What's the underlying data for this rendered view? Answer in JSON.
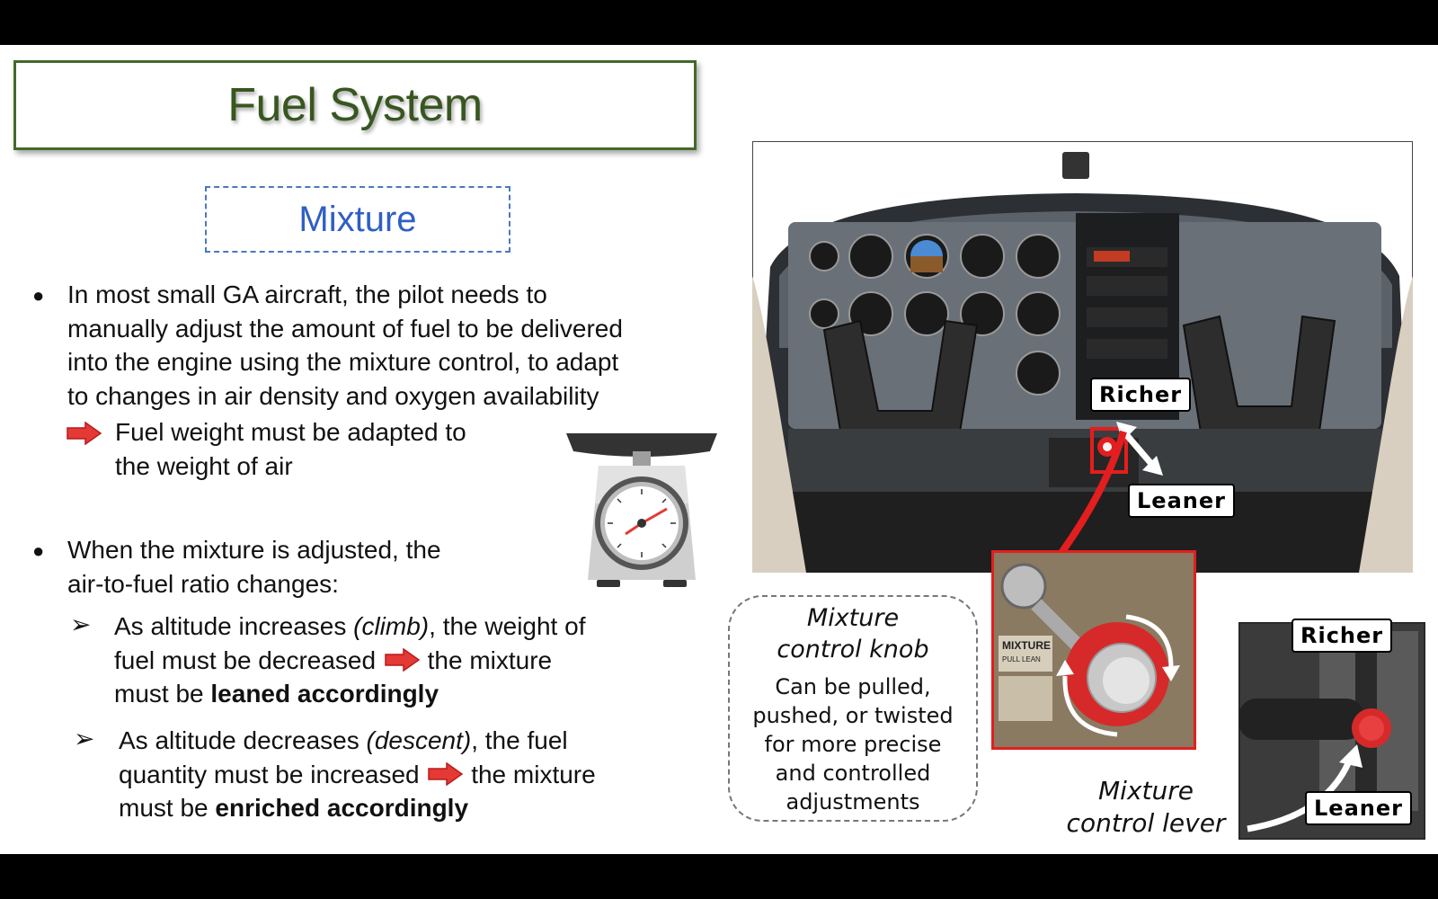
{
  "slide": {
    "title": "Fuel System",
    "subtitle": "Mixture",
    "bullet1": {
      "line1": "In most small GA aircraft, the pilot needs to",
      "line2": "manually adjust the amount of fuel to be delivered",
      "line3": "into the engine using the mixture control, to adapt",
      "line4": "to changes in air density and oxygen availability",
      "sub_line1": "Fuel weight must be adapted to",
      "sub_line2": "the weight of air"
    },
    "bullet2": {
      "line1": "When the mixture is adjusted, the",
      "line2": "air-to-fuel ratio changes:",
      "item1": {
        "a": "As altitude increases ",
        "b": "(climb)",
        "c": ", the weight of",
        "d": "fuel  must be decreased",
        "e": " the mixture",
        "f": "must be ",
        "g": "leaned accordingly"
      },
      "item2": {
        "a": "As altitude decreases ",
        "b": "(descent)",
        "c": ", the fuel",
        "d": "quantity must be increased",
        "e": " the mixture",
        "f": "must be ",
        "g": "enriched accordingly"
      }
    },
    "labels": {
      "richer": "Richer",
      "leaner": "Leaner",
      "knob_label": "MIXTURE",
      "knob_sub": "PULL    LEAN"
    },
    "callout": {
      "name1": "Mixture",
      "name2": "control knob",
      "desc1": "Can be pulled,",
      "desc2": "pushed, or twisted",
      "desc3": "for more precise",
      "desc4": "and controlled",
      "desc5": "adjustments"
    },
    "lever": {
      "line1": "Mixture",
      "line2": "control lever"
    },
    "colors": {
      "title_green": "#38561f",
      "subtitle_blue": "#2f5fc4",
      "arrow_red": "#e53935",
      "highlight_red": "#e31e1e"
    }
  }
}
